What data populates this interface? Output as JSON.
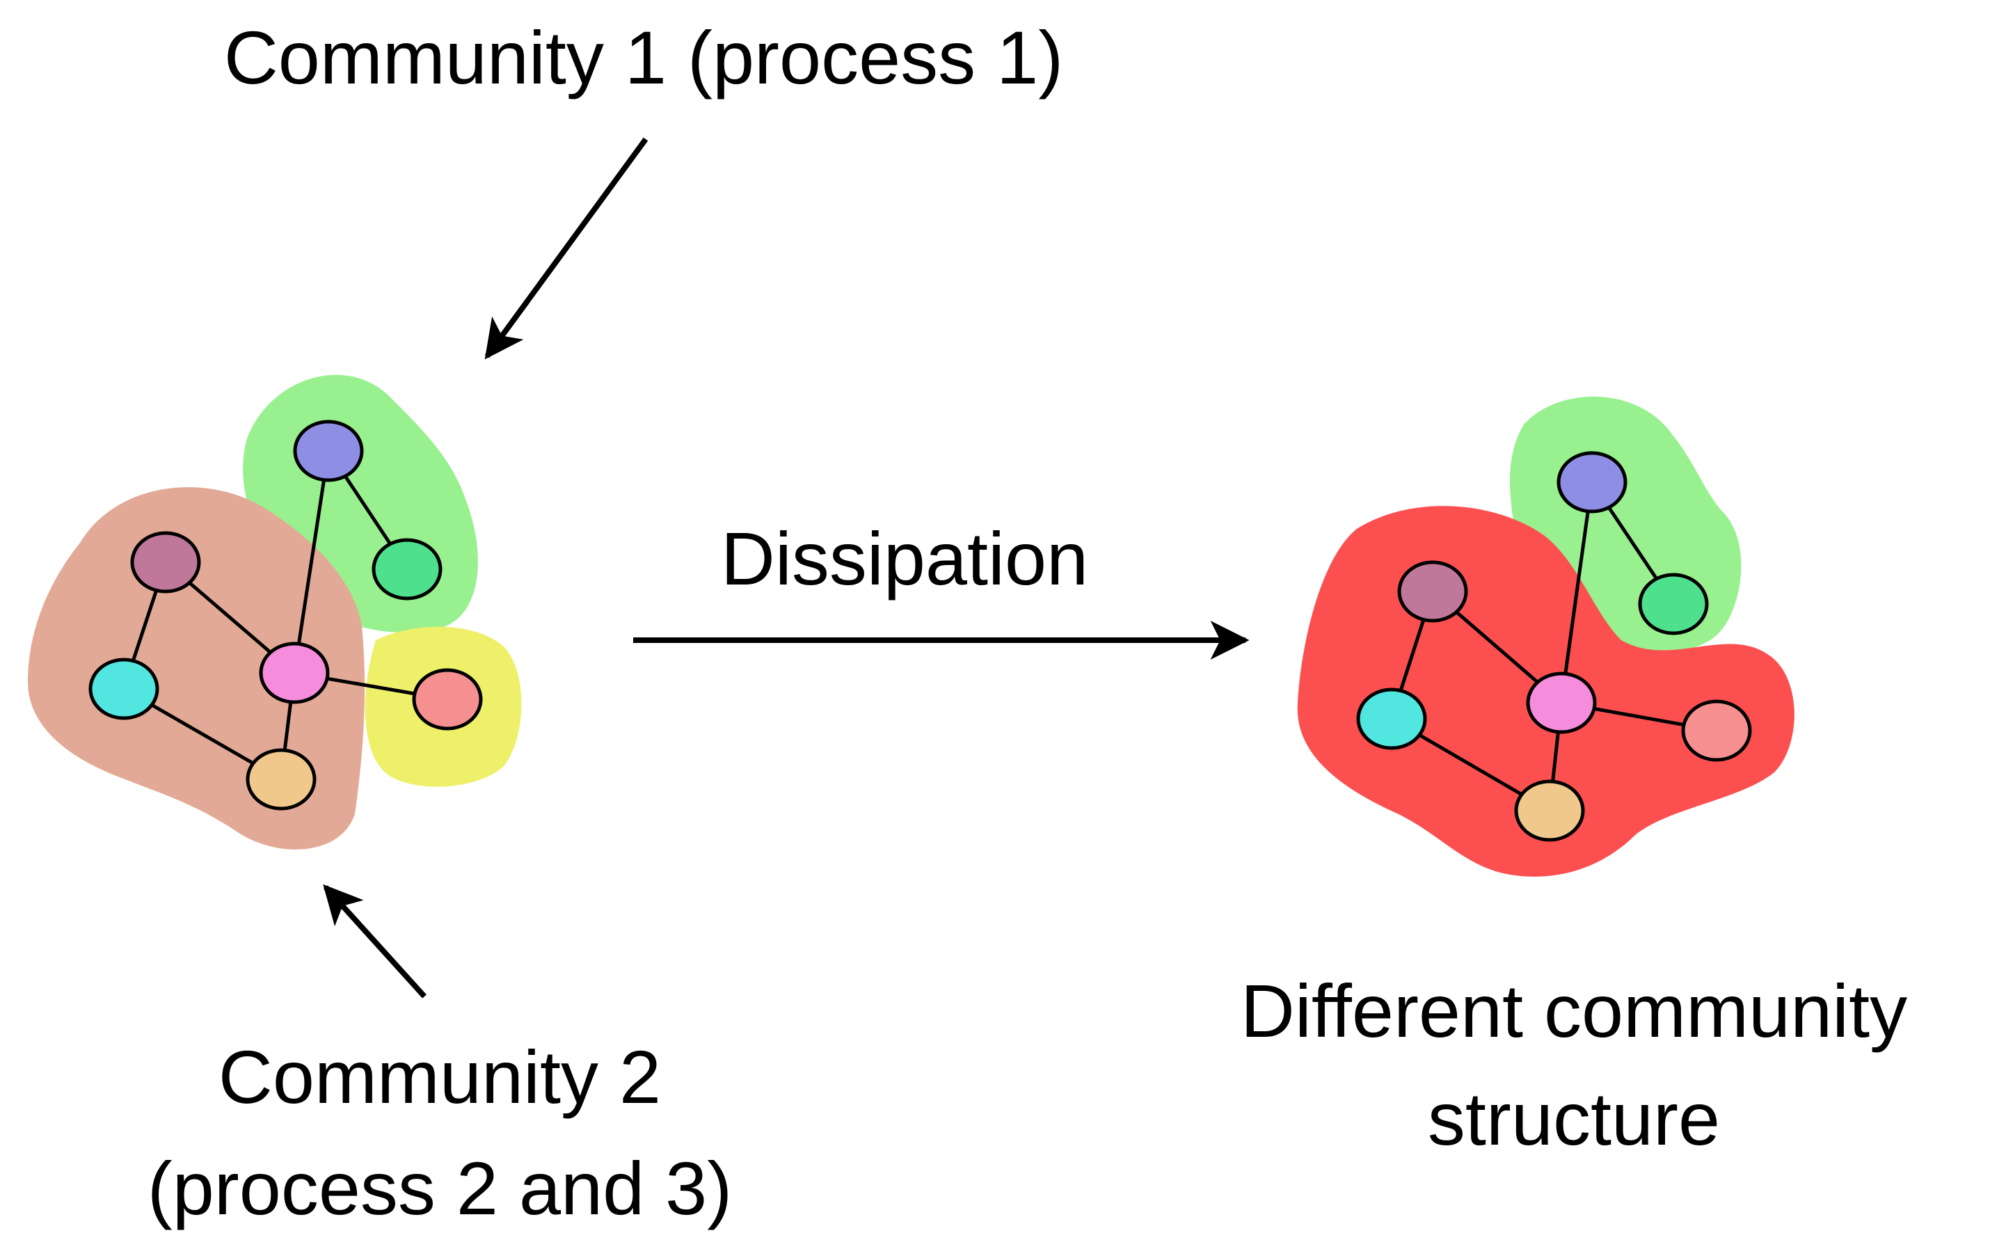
{
  "labels": {
    "community1": "Community 1 (process 1)",
    "community2_line1": "Community 2",
    "community2_line2": "(process 2 and 3)",
    "dissipation": "Dissipation",
    "different_line1": "Different community",
    "different_line2": "structure"
  },
  "colors": {
    "background": "#ffffff",
    "stroke": "#000000",
    "blob_green": "#98f08e",
    "blob_brown": "#e2aa96",
    "blob_yellow": "#eef06a",
    "blob_red": "#fc5050",
    "node_purple": "#8e8ee4",
    "node_green": "#4ee08c",
    "node_mauve": "#c0789a",
    "node_cyan": "#52e6e0",
    "node_pink": "#f68cdc",
    "node_salmon": "#f69090",
    "node_tan": "#f0c88c"
  }
}
